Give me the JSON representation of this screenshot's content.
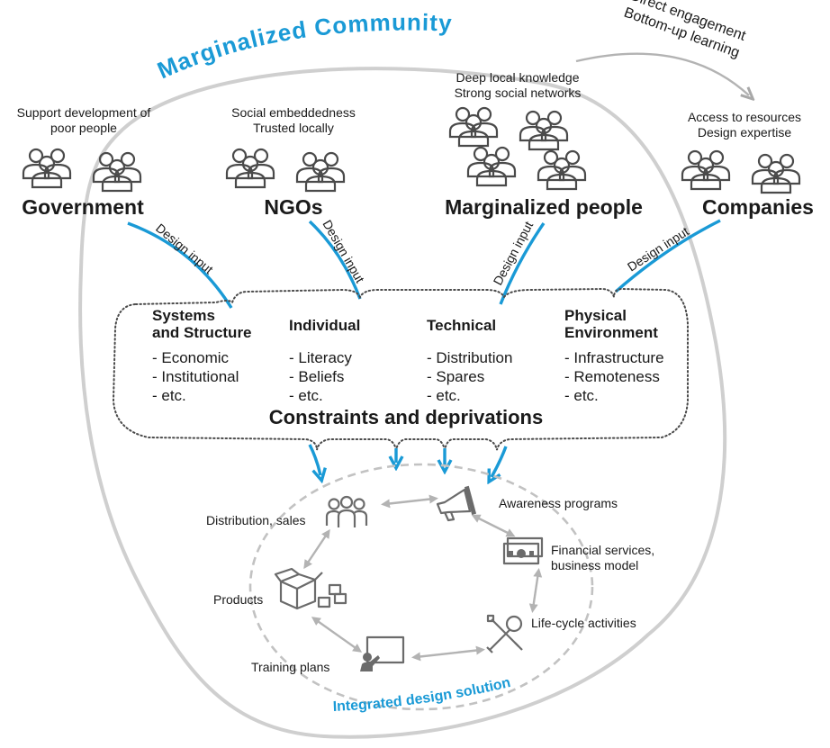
{
  "community": {
    "title": "Marginalized Community",
    "solution_label": "Integrated design solution"
  },
  "engagement": {
    "line1": "Direct engagement",
    "line2": "Bottom-up learning"
  },
  "stakeholders": [
    {
      "name": "Government",
      "desc1": "Support development of",
      "desc2": "poor people",
      "link_label": "Design input"
    },
    {
      "name": "NGOs",
      "desc1": "Social embeddedness",
      "desc2": "Trusted locally",
      "link_label": "Design input"
    },
    {
      "name": "Marginalized people",
      "desc1": "Deep local knowledge",
      "desc2": "Strong social networks",
      "link_label": "Design input"
    },
    {
      "name": "Companies",
      "desc1": "Access to resources",
      "desc2": "Design expertise",
      "link_label": "Design input"
    }
  ],
  "constraints": {
    "title": "Constraints and deprivations",
    "categories": [
      {
        "line1": "Systems",
        "line2": "and Structure",
        "items": [
          "- Economic",
          "- Institutional",
          "- etc."
        ]
      },
      {
        "line1": "Individual",
        "line2": "",
        "items": [
          "- Literacy",
          "- Beliefs",
          "- etc."
        ]
      },
      {
        "line1": "Technical",
        "line2": "",
        "items": [
          "- Distribution",
          "- Spares",
          "- etc."
        ]
      },
      {
        "line1": "Physical",
        "line2": "Environment",
        "items": [
          "- Infrastructure",
          "- Remoteness",
          "- etc."
        ]
      }
    ]
  },
  "cycle": [
    {
      "label": "Awareness programs",
      "icon": "megaphone-icon"
    },
    {
      "label1": "Financial services,",
      "label2": "business model",
      "icon": "money-icon"
    },
    {
      "label": "Life-cycle activities",
      "icon": "tools-icon"
    },
    {
      "label": "Training plans",
      "icon": "training-board-icon"
    },
    {
      "label": "Products",
      "icon": "boxes-icon"
    },
    {
      "label": "Distribution, sales",
      "icon": "people-group-icon"
    }
  ],
  "colors": {
    "accent": "#1a9ad6",
    "gray_arrow": "#b3b3b3",
    "icon": "#6b6b6b"
  }
}
